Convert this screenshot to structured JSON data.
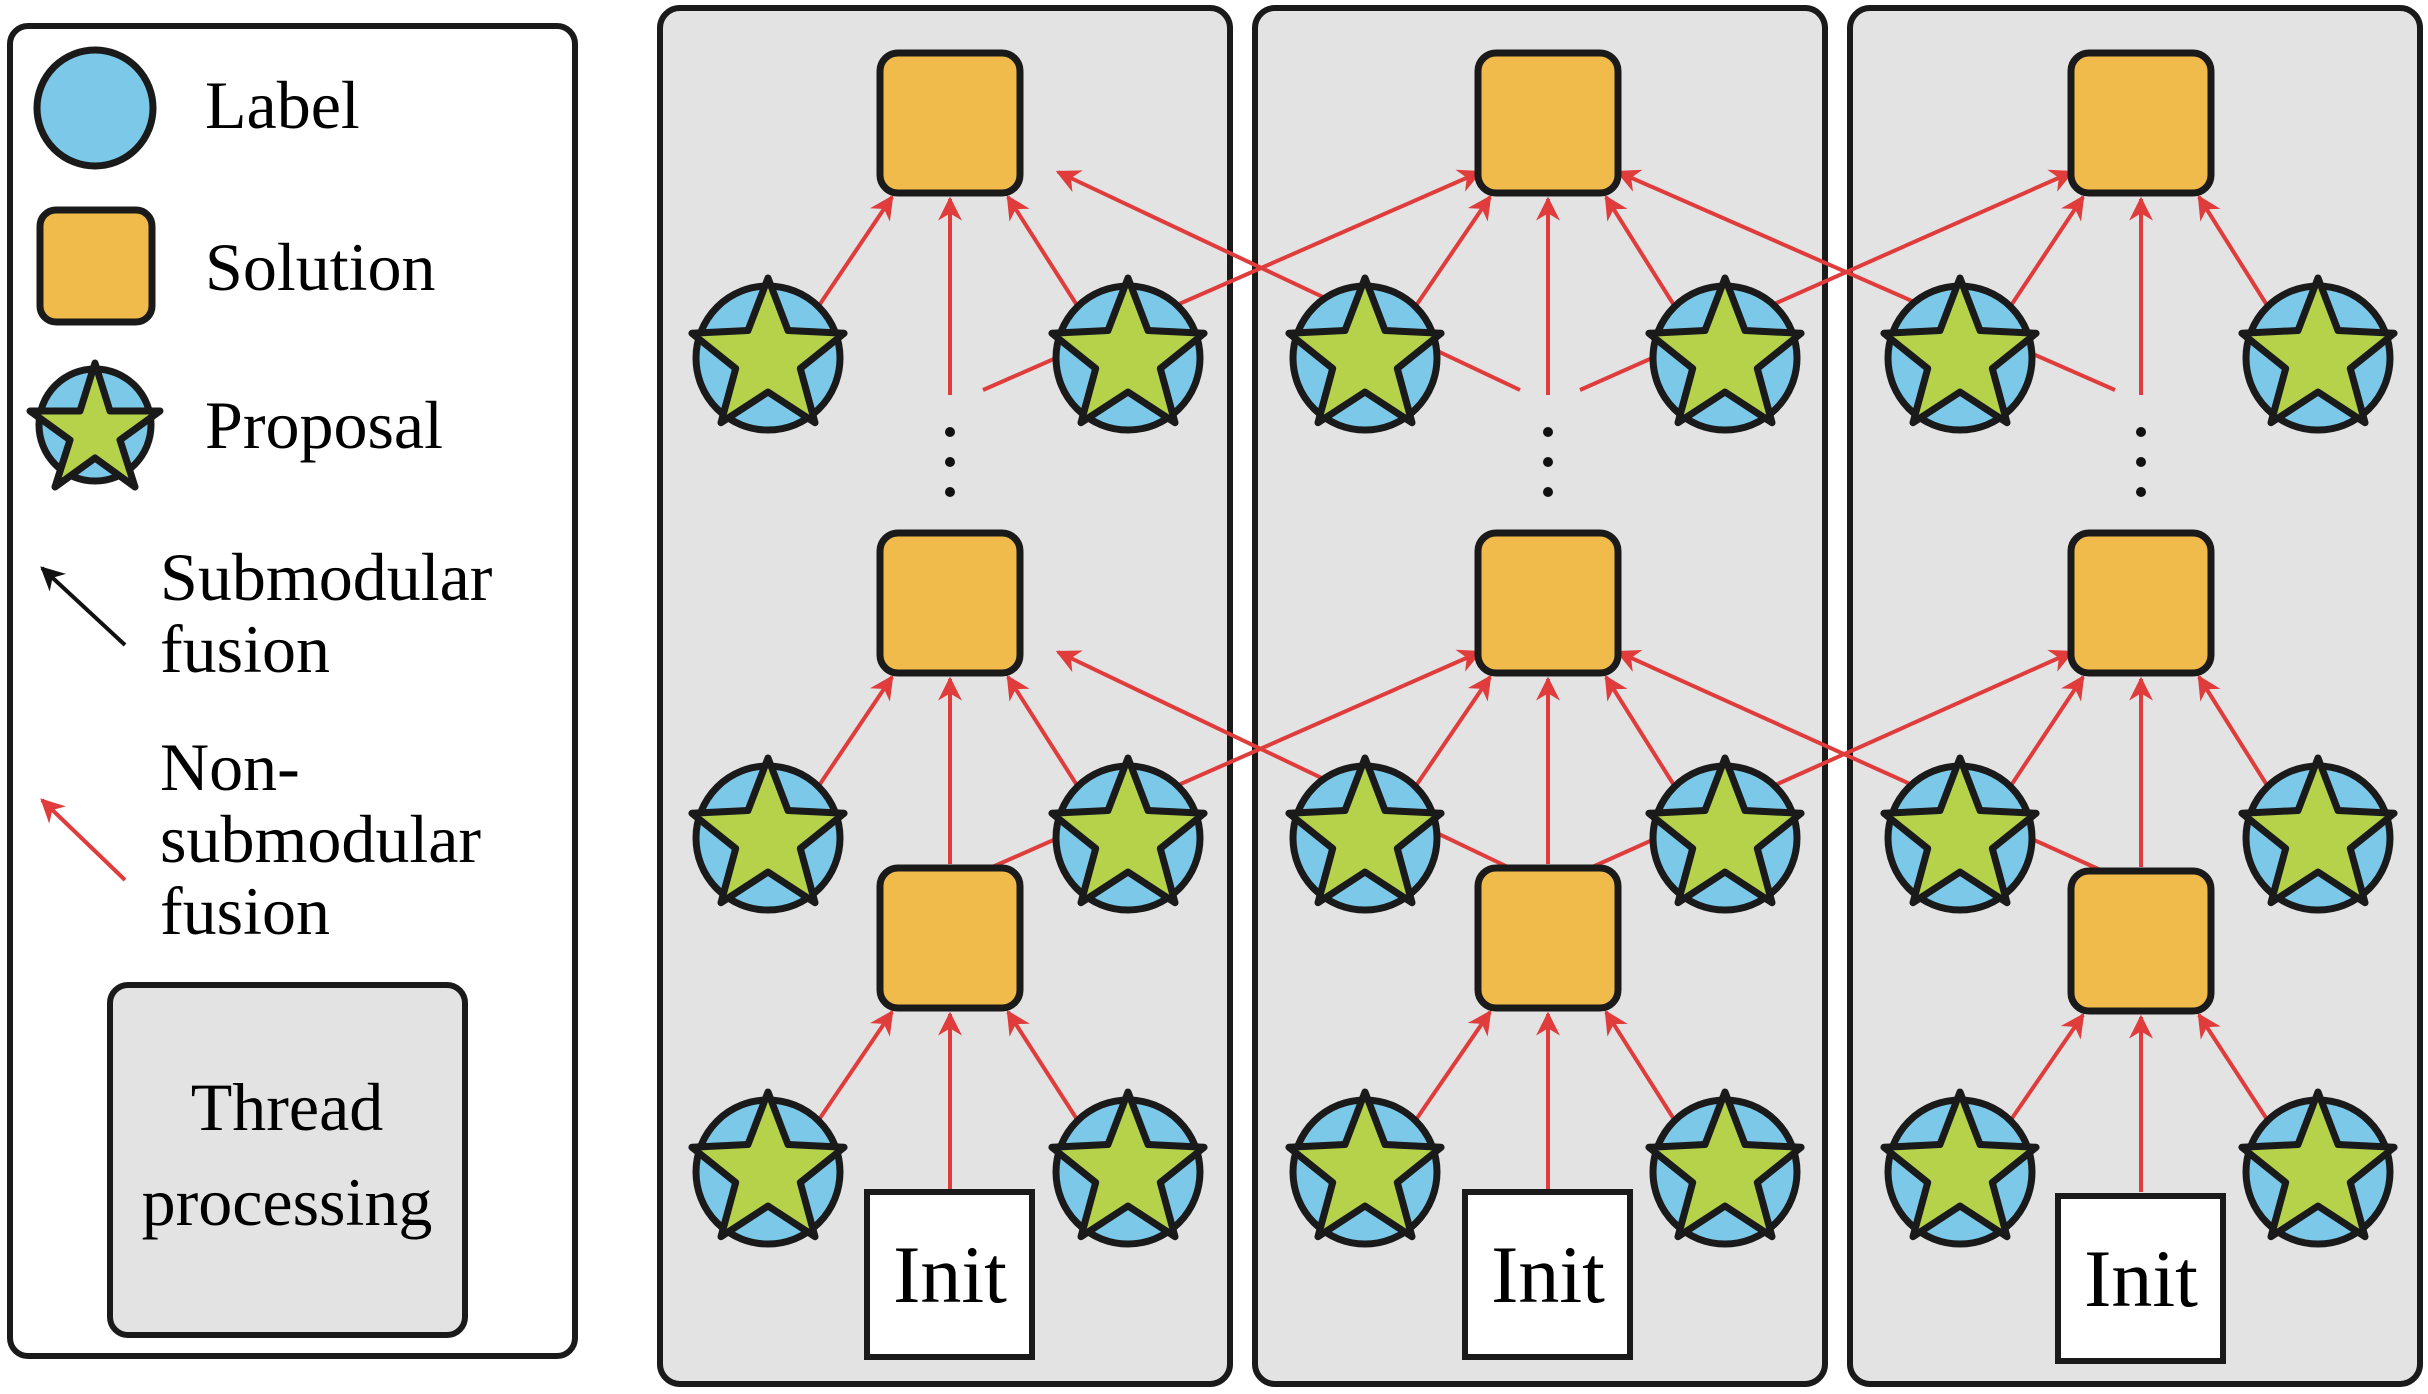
{
  "legend": {
    "label": "Label",
    "solution": "Solution",
    "proposal": "Proposal",
    "submodular_line1": "Submodular",
    "submodular_line2": "fusion",
    "nonsub_line1": "Non-",
    "nonsub_line2": "submodular",
    "nonsub_line3": "fusion",
    "thread_line1": "Thread",
    "thread_line2": "processing"
  },
  "threads": [
    {
      "init_label": "Init"
    },
    {
      "init_label": "Init"
    },
    {
      "init_label": "Init"
    }
  ],
  "colors": {
    "label_fill": "#7cc8e8",
    "solution_fill": "#f0bb4a",
    "proposal_fill": "#b5d24a",
    "panel_fill": "#e3e3e3",
    "nonsubmodular_arrow": "#e03c3c",
    "submodular_arrow": "#111111",
    "outline": "#1a1a1a"
  }
}
